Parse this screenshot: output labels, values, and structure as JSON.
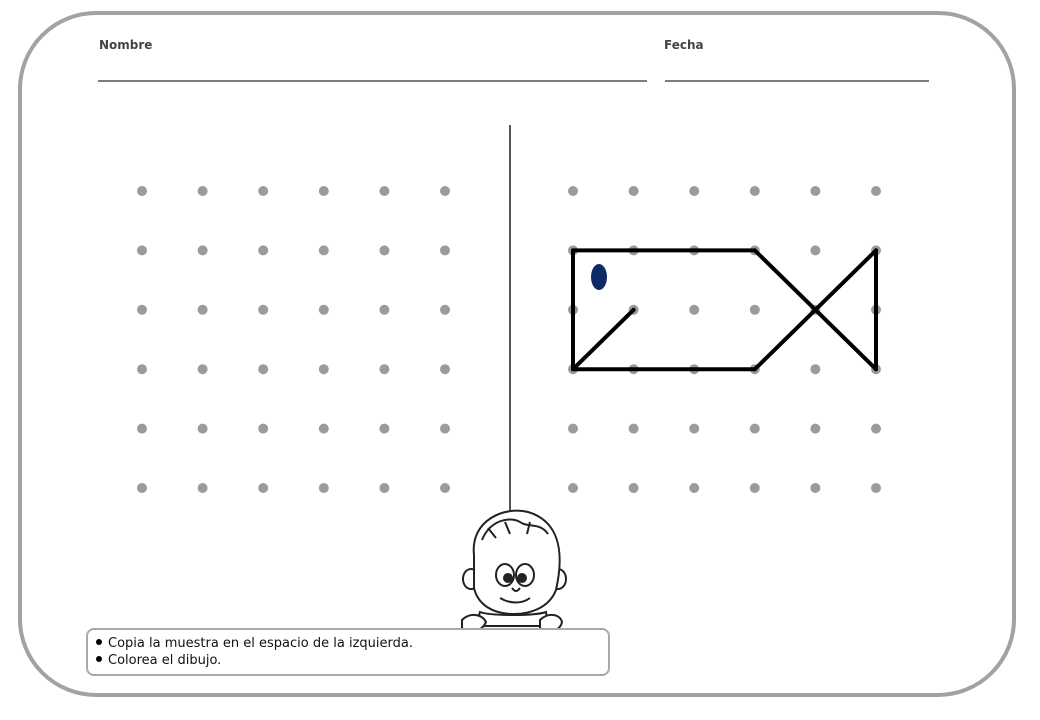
{
  "header": {
    "name_label": "Nombre",
    "date_label": "Fecha"
  },
  "grid": {
    "columns": 6,
    "rows": 6,
    "dot_color": "#9b9b9b"
  },
  "model_drawing": {
    "subject": "fish",
    "line_color": "#000000",
    "eye_color": "#0d2a66",
    "segments_grid_units": [
      [
        [
          0,
          1
        ],
        [
          3,
          1
        ]
      ],
      [
        [
          3,
          1
        ],
        [
          5,
          3
        ]
      ],
      [
        [
          5,
          3
        ],
        [
          5,
          1
        ]
      ],
      [
        [
          5,
          1
        ],
        [
          3,
          3
        ]
      ],
      [
        [
          3,
          3
        ],
        [
          0,
          3
        ]
      ],
      [
        [
          0,
          3
        ],
        [
          0,
          1
        ]
      ],
      [
        [
          0,
          3
        ],
        [
          1,
          2
        ]
      ]
    ]
  },
  "character": {
    "icon": "cartoon-boy-icon"
  },
  "instructions": [
    "Copia la muestra en el espacio de la izquierda.",
    "Colorea el dibujo."
  ]
}
